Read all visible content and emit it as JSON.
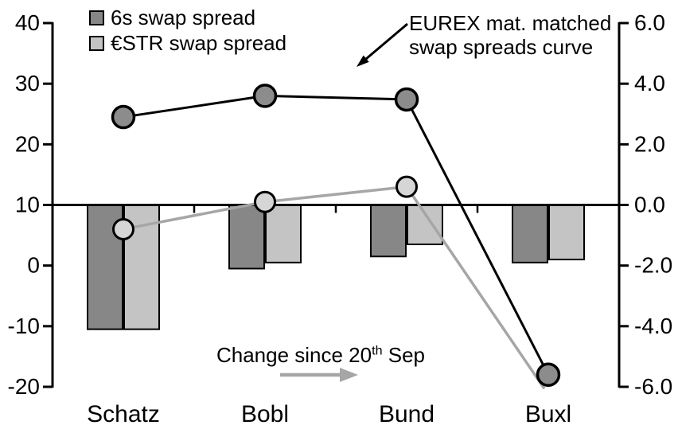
{
  "legend": {
    "items": [
      {
        "label": "6s swap spread",
        "swatch_color": "#878787"
      },
      {
        "label": "€STR swap spread",
        "swatch_color": "#c4c4c4"
      }
    ]
  },
  "annotation": {
    "line1": "EUREX mat. matched",
    "line2": "swap spreads curve"
  },
  "note": {
    "prefix": "Change since 20",
    "sup": "th",
    "suffix": " Sep"
  },
  "colors": {
    "bar_dark": "#878787",
    "bar_light": "#c4c4c4",
    "marker_dark": "#8c8c8c",
    "marker_light": "#d6d6d6",
    "line_black": "#000000",
    "line_gray": "#a6a6a6",
    "arrow_gray": "#a6a6a6",
    "axis": "#000000"
  },
  "chart_data": {
    "type": "combo: line (spread levels, left axis) + bar (change since 20th Sep, right axis)",
    "categories": [
      "Schatz",
      "Bobl",
      "Bund",
      "Buxl"
    ],
    "left_axis": {
      "ticks": [
        40,
        30,
        20,
        10,
        0,
        -10,
        -20
      ],
      "range": [
        -20,
        40
      ],
      "grid": false
    },
    "right_axis": {
      "ticks": [
        6,
        4,
        2,
        0,
        -2,
        -4,
        -6
      ],
      "tick_labels": [
        "6.0",
        "4.0",
        "2.0",
        "0.0",
        "-2.0",
        "-4.0",
        "-6.0"
      ],
      "range": [
        -6,
        6
      ],
      "zero_at_left_value": 10
    },
    "line_series": [
      {
        "name": "6s swap spread (EUREX mat. matched curve)",
        "axis": "left",
        "values": [
          24.5,
          28,
          27.4,
          -18
        ],
        "marker_hidden_at": []
      },
      {
        "name": "€STR swap spread (EUREX mat. matched curve)",
        "axis": "left",
        "values": [
          6,
          10.5,
          13,
          -20.3
        ],
        "marker_hidden_at": [
          3
        ]
      }
    ],
    "bar_series": [
      {
        "name": "6s swap spread change since 20th Sep",
        "axis": "right",
        "values": [
          -4.1,
          -2.1,
          -1.7,
          -1.9
        ]
      },
      {
        "name": "€STR swap spread change since 20th Sep",
        "axis": "right",
        "values": [
          -4.1,
          -1.9,
          -1.3,
          -1.8
        ]
      }
    ],
    "legend_position": "top-left"
  }
}
